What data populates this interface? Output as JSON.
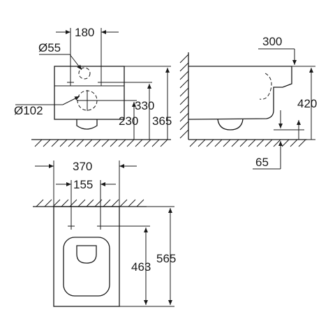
{
  "dimensions": {
    "front_width": "180",
    "pipe_small": "Ø55",
    "pipe_large": "Ø102",
    "height_330": "330",
    "height_365": "365",
    "height_230": "230",
    "side_300": "300",
    "side_420": "420",
    "side_65": "65",
    "top_370": "370",
    "top_155": "155",
    "top_463": "463",
    "top_565": "565"
  }
}
